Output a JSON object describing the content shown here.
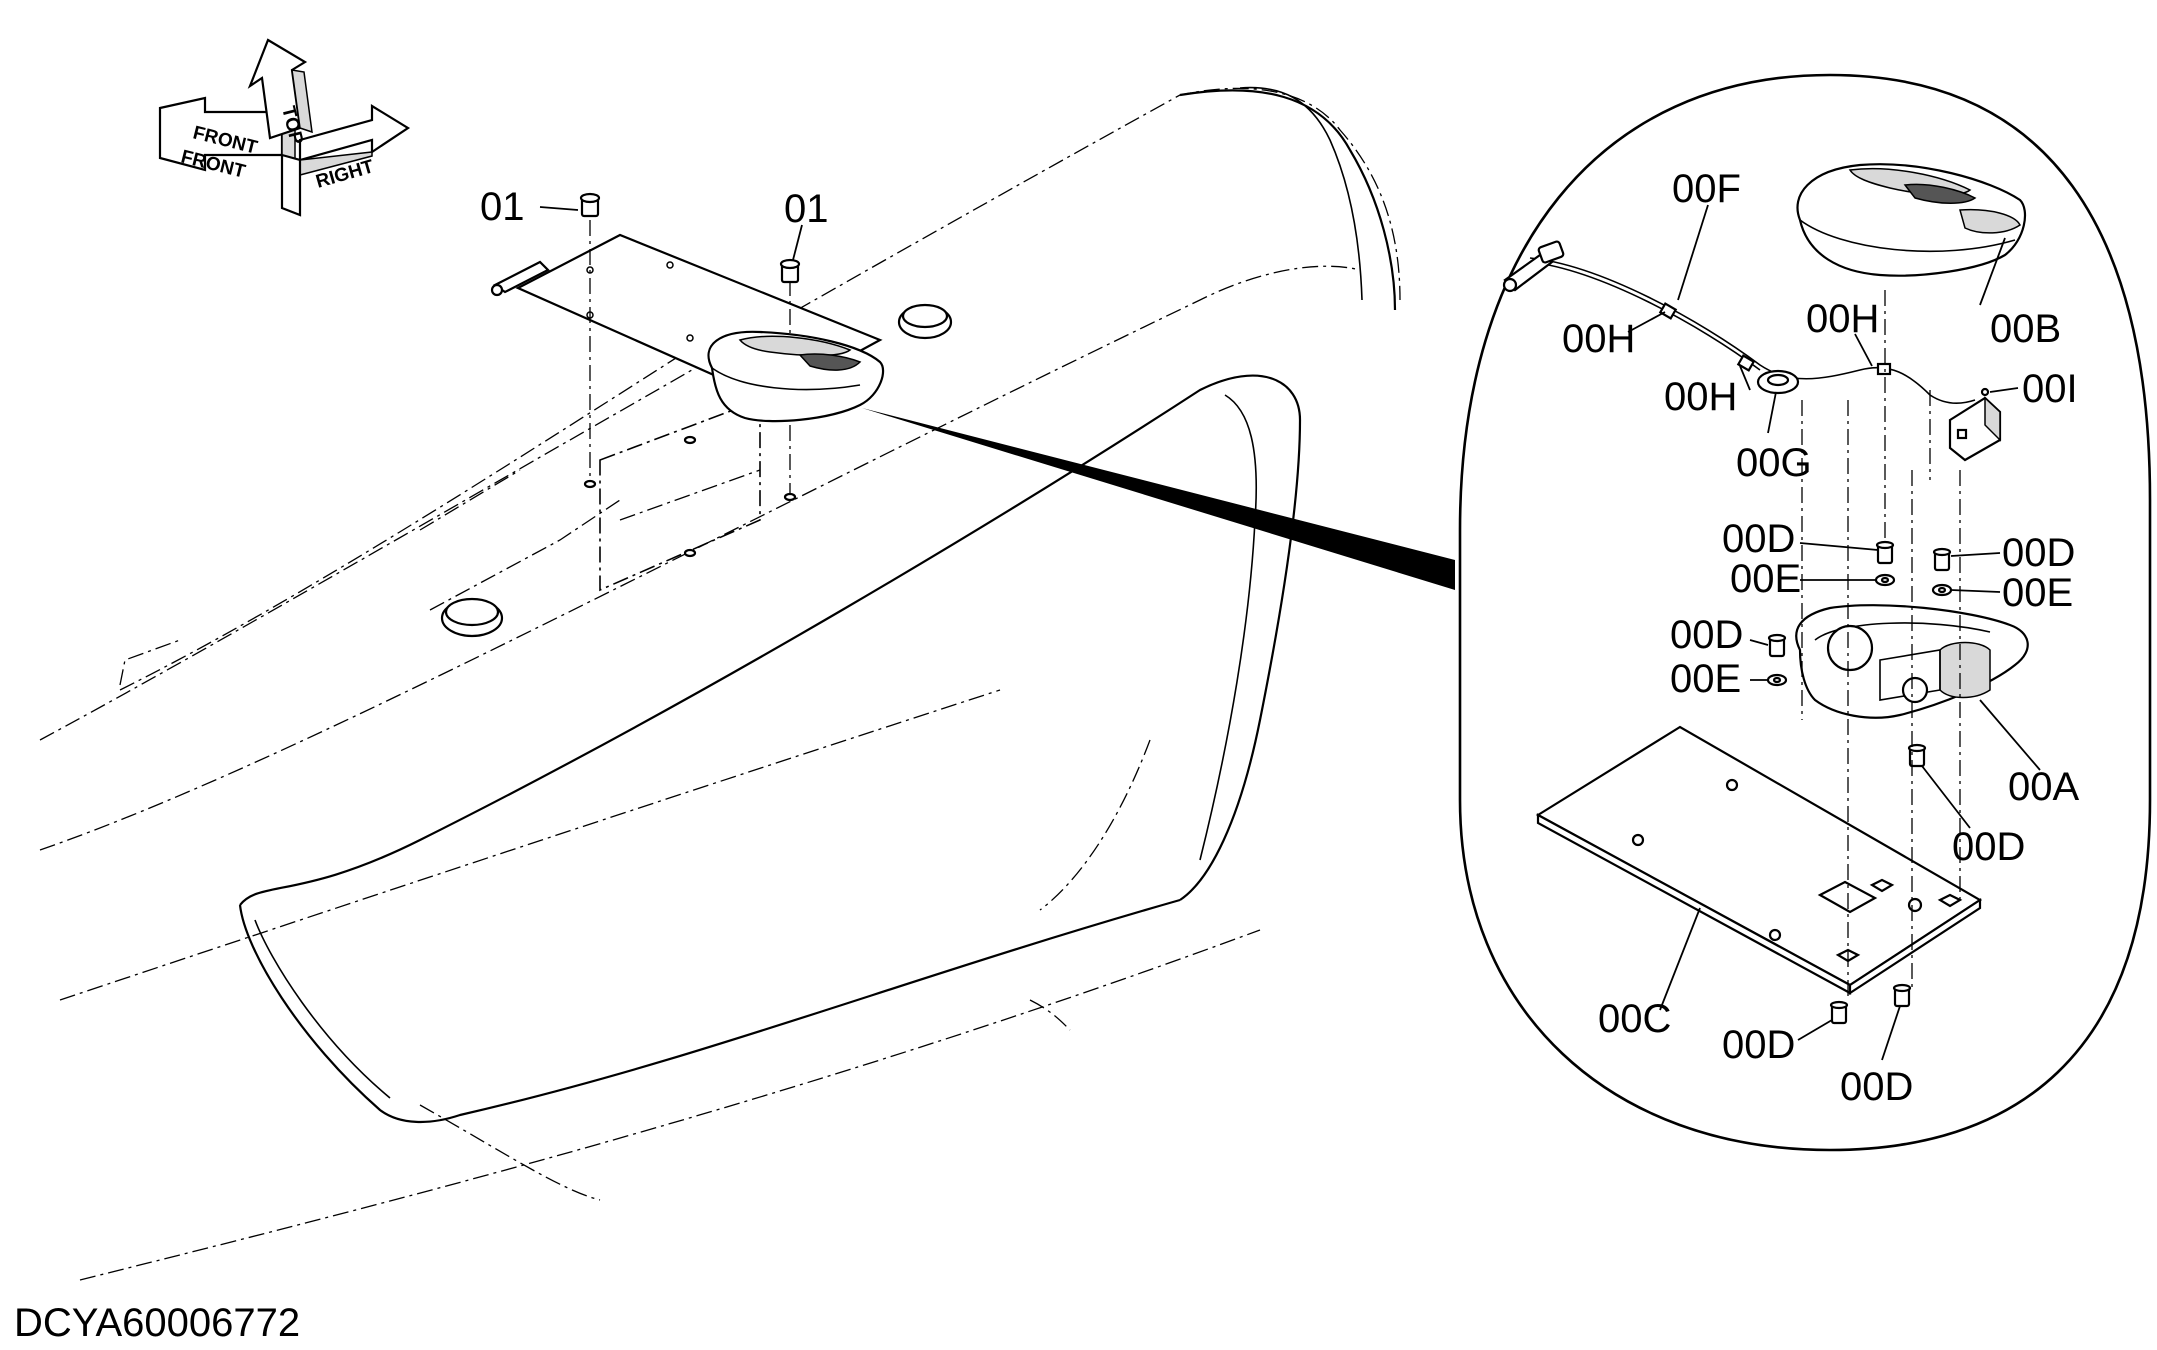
{
  "drawing": {
    "id": "DCYA60006772"
  },
  "orientation": {
    "front": "FRONT",
    "top": "TOP",
    "right": "RIGHT"
  },
  "callouts": {
    "bolt_left": "01",
    "bolt_right": "01",
    "lamp_assembly": "00A",
    "lens_cover": "00B",
    "base_plate": "00C",
    "screw_1": "00D",
    "screw_2": "00D",
    "screw_3": "00D",
    "screw_4": "00D",
    "screw_5": "00D",
    "screw_6": "00D",
    "washer_1": "00E",
    "washer_2": "00E",
    "washer_3": "00E",
    "harness": "00F",
    "grommet": "00G",
    "clip_1": "00H",
    "clip_2": "00H",
    "clip_3": "00H",
    "connector": "00I"
  }
}
